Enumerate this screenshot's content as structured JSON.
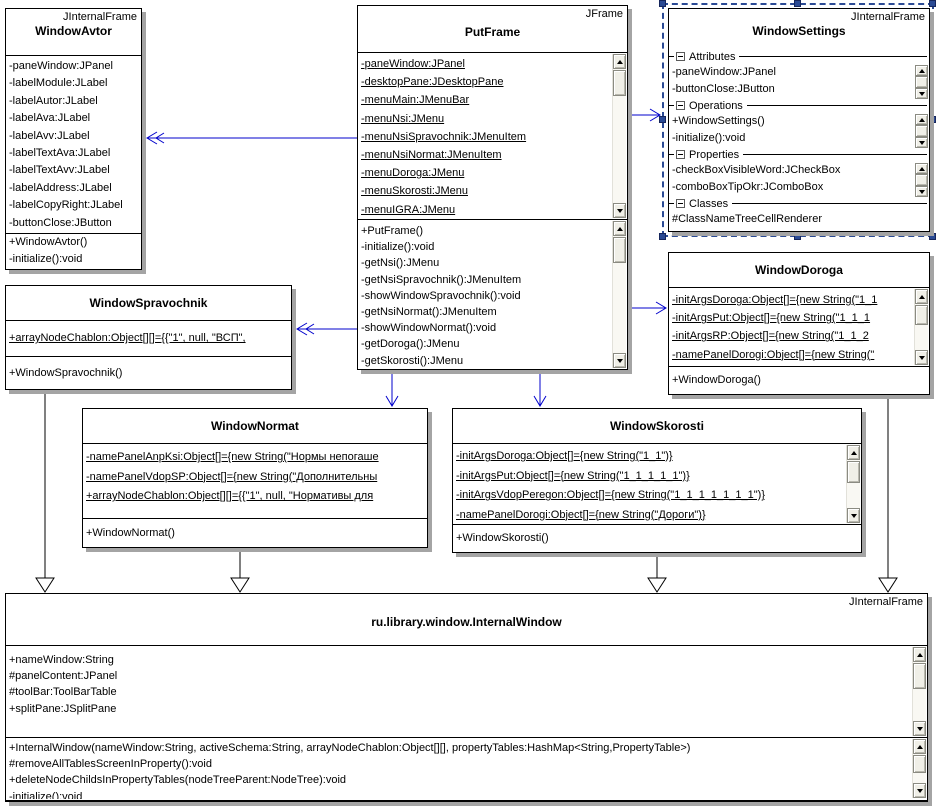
{
  "colors": {
    "dependency_arrow_blue": "#0000cc",
    "generalization_black": "#000000",
    "selection_navy": "#2a4a94",
    "box_shadow_gray": "#a4a4a4",
    "background": "#ffffff"
  },
  "icons": {
    "scroll_up": "triangle-up",
    "scroll_down": "triangle-down",
    "collapse_minus": "minus-box"
  },
  "classes": {
    "windowAvtor": {
      "stereotype": "JInternalFrame",
      "name": "WindowAvtor",
      "attributes": [
        "-paneWindow:JPanel",
        "-labelModule:JLabel",
        "-labelAutor:JLabel",
        "-labelAva:JLabel",
        "-labelAvv:JLabel",
        "-labelTextAva:JLabel",
        "-labelTextAvv:JLabel",
        "-labelAddress:JLabel",
        "-labelCopyRight:JLabel",
        "-buttonClose:JButton"
      ],
      "operations": [
        "+WindowAvtor()",
        "-initialize():void"
      ]
    },
    "putFrame": {
      "stereotype": "JFrame",
      "name": "PutFrame",
      "attributes": [
        "-paneWindow:JPanel",
        "-desktopPane:JDesktopPane",
        "-menuMain:JMenuBar",
        "-menuNsi:JMenu",
        "-menuNsiSpravochnik:JMenuItem",
        "-menuNsiNormat:JMenuItem",
        "-menuDoroga:JMenu",
        "-menuSkorosti:JMenu",
        "-menuIGRA:JMenu"
      ],
      "operations": [
        "+PutFrame()",
        "-initialize():void",
        "-getNsi():JMenu",
        "-getNsiSpravochnik():JMenuItem",
        "-showWindowSpravochnik():void",
        "-getNsiNormat():JMenuItem",
        "-showWindowNormat():void",
        "-getDoroga():JMenu",
        "-getSkorosti():JMenu"
      ]
    },
    "windowSettings": {
      "stereotype": "JInternalFrame",
      "name": "WindowSettings",
      "sections": [
        {
          "label": "Attributes",
          "items": [
            "-paneWindow:JPanel",
            "-buttonClose:JButton"
          ]
        },
        {
          "label": "Operations",
          "items": [
            "+WindowSettings()",
            "-initialize():void"
          ]
        },
        {
          "label": "Properties",
          "items": [
            "-checkBoxVisibleWord:JCheckBox",
            "-comboBoxTipOkr:JComboBox"
          ]
        },
        {
          "label": "Classes",
          "items": [
            "#ClassNameTreeCellRenderer"
          ]
        }
      ]
    },
    "windowSpravochnik": {
      "name": "WindowSpravochnik",
      "attributes": [
        "+arrayNodeChablon:Object[][]={{\"1\", null, \"ВСП\","
      ],
      "operations": [
        "+WindowSpravochnik()"
      ]
    },
    "windowDoroga": {
      "name": "WindowDoroga",
      "attributes": [
        "-initArgsDoroga:Object[]={new String(\"1_1",
        "-initArgsPut:Object[]={new String(\"1_1_1",
        "-initArgsRP:Object[]={new String(\"1_1_2",
        "-namePanelDorogi:Object[]={new String(\""
      ],
      "operations": [
        "+WindowDoroga()"
      ]
    },
    "windowNormat": {
      "name": "WindowNormat",
      "attributes": [
        "-namePanelAnpKsi:Object[]={new String(\"Нормы непогаше",
        "-namePanelVdopSP:Object[]={new String(\"Дополнительны",
        "+arrayNodeChablon:Object[][]={{\"1\", null, \"Нормативы для"
      ],
      "operations": [
        "+WindowNormat()"
      ]
    },
    "windowSkorosti": {
      "name": "WindowSkorosti",
      "attributes": [
        "-initArgsDoroga:Object[]={new String(\"1_1\")}",
        "-initArgsPut:Object[]={new String(\"1_1_1_1_1\")}",
        "-initArgsVdopPeregon:Object[]={new String(\"1_1_1_1_1_1_1\")}",
        "-namePanelDorogi:Object[]={new String(\"Дороги\")}"
      ],
      "operations": [
        "+WindowSkorosti()"
      ]
    },
    "internalWindow": {
      "stereotype": "JInternalFrame",
      "name": "ru.library.window.InternalWindow",
      "attributes": [
        "+nameWindow:String",
        "#panelContent:JPanel",
        "#toolBar:ToolBarTable",
        "+splitPane:JSplitPane"
      ],
      "operations": [
        "+InternalWindow(nameWindow:String, activeSchema:String, arrayNodeChablon:Object[][], propertyTables:HashMap<String,PropertyTable>)",
        "#removeAllTablesScreenInProperty():void",
        "+deleteNodeChildsInPropertyTables(nodeTreeParent:NodeTree):void",
        "-initialize():void"
      ]
    }
  }
}
